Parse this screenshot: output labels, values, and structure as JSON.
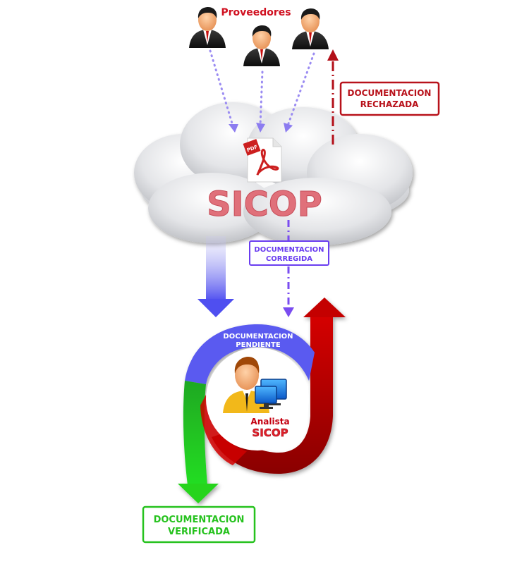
{
  "diagram": {
    "providers_label": "Proveedores",
    "cloud_title": "SICOP",
    "pdf_icon_text": "PDF",
    "rejected_box": {
      "line1": "DOCUMENTACION",
      "line2": "RECHAZADA"
    },
    "corrected_box": {
      "line1": "DOCUMENTACION",
      "line2": "CORREGIDA"
    },
    "pending_label": {
      "line1": "DOCUMENTACION",
      "line2": "PENDIENTE"
    },
    "analyst": {
      "role": "Analista",
      "system": "SICOP"
    },
    "verified_box": {
      "line1": "DOCUMENTACION",
      "line2": "VERIFICADA"
    },
    "colors": {
      "rejected": "#b8121b",
      "corrected": "#6a3df0",
      "verified": "#26c21e",
      "cloud_title": "#e0707a",
      "providers": "#d01020",
      "arrow_dotted": "#8c7cf0",
      "ring_blue": "#5a5af0",
      "ring_green": "#22c222",
      "ring_red": "#c40000"
    }
  }
}
